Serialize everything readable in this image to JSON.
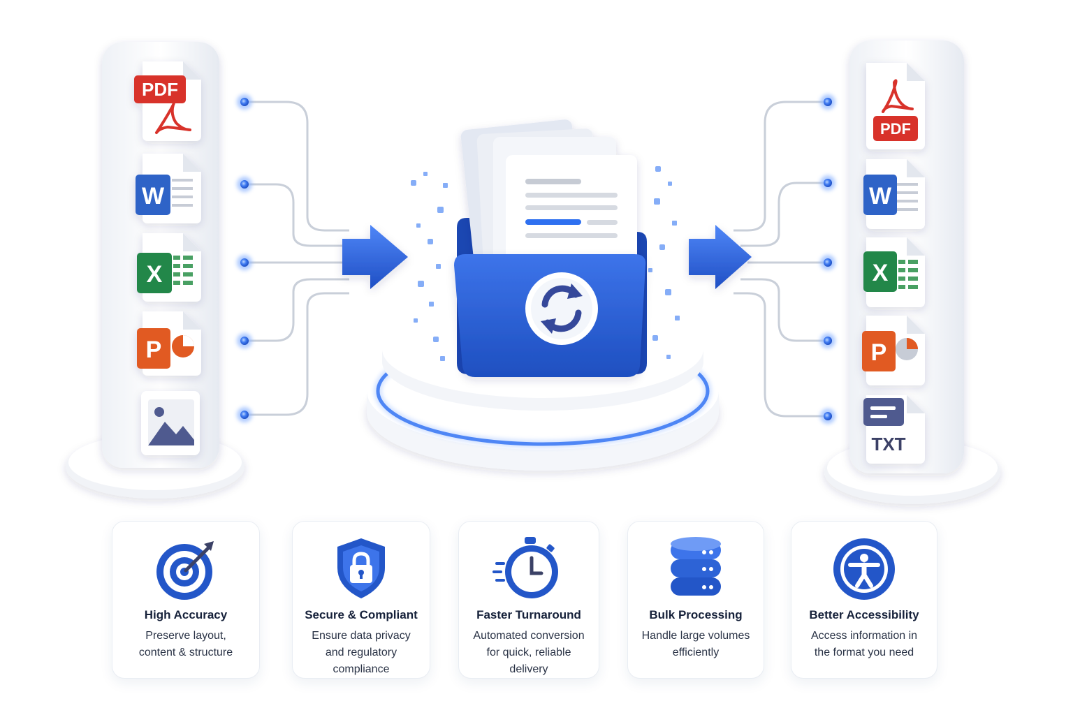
{
  "input_formats": [
    {
      "label": "PDF",
      "icon": "pdf-file-icon",
      "color": "#d8322b"
    },
    {
      "label": "W",
      "icon": "word-file-icon",
      "color": "#2f63c7"
    },
    {
      "label": "X",
      "icon": "excel-file-icon",
      "color": "#23874a"
    },
    {
      "label": "P",
      "icon": "powerpoint-file-icon",
      "color": "#e15a22"
    },
    {
      "label": "",
      "icon": "image-file-icon",
      "color": "#4f5a8f"
    }
  ],
  "output_formats": [
    {
      "label": "PDF",
      "icon": "pdf-file-icon",
      "color": "#d8322b"
    },
    {
      "label": "W",
      "icon": "word-file-icon",
      "color": "#2f63c7"
    },
    {
      "label": "X",
      "icon": "excel-file-icon",
      "color": "#23874a"
    },
    {
      "label": "P",
      "icon": "powerpoint-file-icon",
      "color": "#e15a22"
    },
    {
      "label": "TXT",
      "icon": "txt-file-icon",
      "color": "#4f5a8f"
    }
  ],
  "converter": {
    "icon": "sync-folder-icon",
    "color": "#2356c8"
  },
  "features": [
    {
      "title": "High Accuracy",
      "lines": [
        "Preserve layout,",
        "content & structure"
      ],
      "icon": "target-icon"
    },
    {
      "title": "Secure & Compliant",
      "lines": [
        "Ensure data privacy",
        "and regulatory",
        "compliance"
      ],
      "icon": "shield-lock-icon"
    },
    {
      "title": "Faster Turnaround",
      "lines": [
        "Automated conversion",
        "for quick, reliable",
        "delivery"
      ],
      "icon": "stopwatch-icon"
    },
    {
      "title": "Bulk Processing",
      "lines": [
        "Handle large volumes",
        "efficiently"
      ],
      "icon": "database-icon"
    },
    {
      "title": "Better Accessibility",
      "lines": [
        "Access information in",
        "the format you need"
      ],
      "icon": "accessibility-icon"
    }
  ],
  "colors": {
    "accent": "#2a5bd7",
    "accent_light": "#4f86f7",
    "node": "#3f7bf2"
  }
}
